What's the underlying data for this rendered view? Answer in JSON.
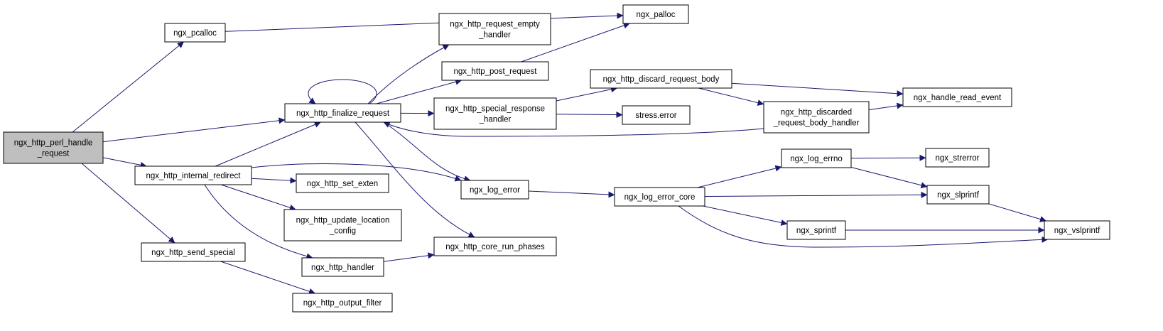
{
  "nodes": [
    {
      "id": "ngx_http_perl_handle_request",
      "lines": [
        "ngx_http_perl_handle",
        "_request"
      ],
      "root": true
    },
    {
      "id": "ngx_pcalloc",
      "lines": [
        "ngx_pcalloc"
      ]
    },
    {
      "id": "ngx_http_finalize_request",
      "lines": [
        "ngx_http_finalize_request"
      ]
    },
    {
      "id": "ngx_http_internal_redirect",
      "lines": [
        "ngx_http_internal_redirect"
      ]
    },
    {
      "id": "ngx_http_send_special",
      "lines": [
        "ngx_http_send_special"
      ]
    },
    {
      "id": "ngx_palloc",
      "lines": [
        "ngx_palloc"
      ]
    },
    {
      "id": "ngx_http_request_empty_handler",
      "lines": [
        "ngx_http_request_empty",
        "_handler"
      ]
    },
    {
      "id": "ngx_http_post_request",
      "lines": [
        "ngx_http_post_request"
      ]
    },
    {
      "id": "ngx_http_special_response_handler",
      "lines": [
        "ngx_http_special_response",
        "_handler"
      ]
    },
    {
      "id": "ngx_log_error",
      "lines": [
        "ngx_log_error"
      ]
    },
    {
      "id": "ngx_http_core_run_phases",
      "lines": [
        "ngx_http_core_run_phases"
      ]
    },
    {
      "id": "ngx_http_set_exten",
      "lines": [
        "ngx_http_set_exten"
      ]
    },
    {
      "id": "ngx_http_update_location_config",
      "lines": [
        "ngx_http_update_location",
        "_config"
      ]
    },
    {
      "id": "ngx_http_handler",
      "lines": [
        "ngx_http_handler"
      ]
    },
    {
      "id": "ngx_http_output_filter",
      "lines": [
        "ngx_http_output_filter"
      ]
    },
    {
      "id": "ngx_http_discard_request_body",
      "lines": [
        "ngx_http_discard_request_body"
      ]
    },
    {
      "id": "stress_error",
      "lines": [
        "stress.error"
      ]
    },
    {
      "id": "ngx_http_discarded_request_body_handler",
      "lines": [
        "ngx_http_discarded",
        "_request_body_handler"
      ]
    },
    {
      "id": "ngx_handle_read_event",
      "lines": [
        "ngx_handle_read_event"
      ]
    },
    {
      "id": "ngx_log_error_core",
      "lines": [
        "ngx_log_error_core"
      ]
    },
    {
      "id": "ngx_log_errno",
      "lines": [
        "ngx_log_errno"
      ]
    },
    {
      "id": "ngx_strerror",
      "lines": [
        "ngx_strerror"
      ]
    },
    {
      "id": "ngx_slprintf",
      "lines": [
        "ngx_slprintf"
      ]
    },
    {
      "id": "ngx_sprintf",
      "lines": [
        "ngx_sprintf"
      ]
    },
    {
      "id": "ngx_vslprintf",
      "lines": [
        "ngx_vslprintf"
      ]
    }
  ],
  "edges": [
    {
      "from": "ngx_http_perl_handle_request",
      "to": "ngx_pcalloc"
    },
    {
      "from": "ngx_http_perl_handle_request",
      "to": "ngx_http_finalize_request"
    },
    {
      "from": "ngx_http_perl_handle_request",
      "to": "ngx_http_internal_redirect"
    },
    {
      "from": "ngx_http_perl_handle_request",
      "to": "ngx_http_send_special"
    },
    {
      "from": "ngx_pcalloc",
      "to": "ngx_palloc"
    },
    {
      "from": "ngx_http_finalize_request",
      "to": "ngx_http_finalize_request"
    },
    {
      "from": "ngx_http_finalize_request",
      "to": "ngx_http_request_empty_handler"
    },
    {
      "from": "ngx_http_finalize_request",
      "to": "ngx_http_post_request"
    },
    {
      "from": "ngx_http_finalize_request",
      "to": "ngx_http_special_response_handler"
    },
    {
      "from": "ngx_http_finalize_request",
      "to": "ngx_log_error"
    },
    {
      "from": "ngx_http_finalize_request",
      "to": "ngx_http_core_run_phases"
    },
    {
      "from": "ngx_http_post_request",
      "to": "ngx_palloc"
    },
    {
      "from": "ngx_http_special_response_handler",
      "to": "ngx_http_discard_request_body"
    },
    {
      "from": "ngx_http_special_response_handler",
      "to": "stress_error"
    },
    {
      "from": "ngx_http_discard_request_body",
      "to": "ngx_handle_read_event"
    },
    {
      "from": "ngx_http_discard_request_body",
      "to": "ngx_http_discarded_request_body_handler"
    },
    {
      "from": "ngx_http_discarded_request_body_handler",
      "to": "ngx_handle_read_event"
    },
    {
      "from": "ngx_http_discarded_request_body_handler",
      "to": "ngx_http_finalize_request"
    },
    {
      "from": "ngx_http_internal_redirect",
      "to": "ngx_http_finalize_request"
    },
    {
      "from": "ngx_http_internal_redirect",
      "to": "ngx_log_error"
    },
    {
      "from": "ngx_http_internal_redirect",
      "to": "ngx_http_set_exten"
    },
    {
      "from": "ngx_http_internal_redirect",
      "to": "ngx_http_update_location_config"
    },
    {
      "from": "ngx_http_internal_redirect",
      "to": "ngx_http_handler"
    },
    {
      "from": "ngx_http_handler",
      "to": "ngx_http_core_run_phases"
    },
    {
      "from": "ngx_http_send_special",
      "to": "ngx_http_output_filter"
    },
    {
      "from": "ngx_log_error",
      "to": "ngx_log_error_core"
    },
    {
      "from": "ngx_log_error_core",
      "to": "ngx_log_errno"
    },
    {
      "from": "ngx_log_error_core",
      "to": "ngx_slprintf"
    },
    {
      "from": "ngx_log_error_core",
      "to": "ngx_sprintf"
    },
    {
      "from": "ngx_log_error_core",
      "to": "ngx_vslprintf"
    },
    {
      "from": "ngx_log_errno",
      "to": "ngx_strerror"
    },
    {
      "from": "ngx_log_errno",
      "to": "ngx_slprintf"
    },
    {
      "from": "ngx_slprintf",
      "to": "ngx_vslprintf"
    },
    {
      "from": "ngx_sprintf",
      "to": "ngx_vslprintf"
    }
  ]
}
